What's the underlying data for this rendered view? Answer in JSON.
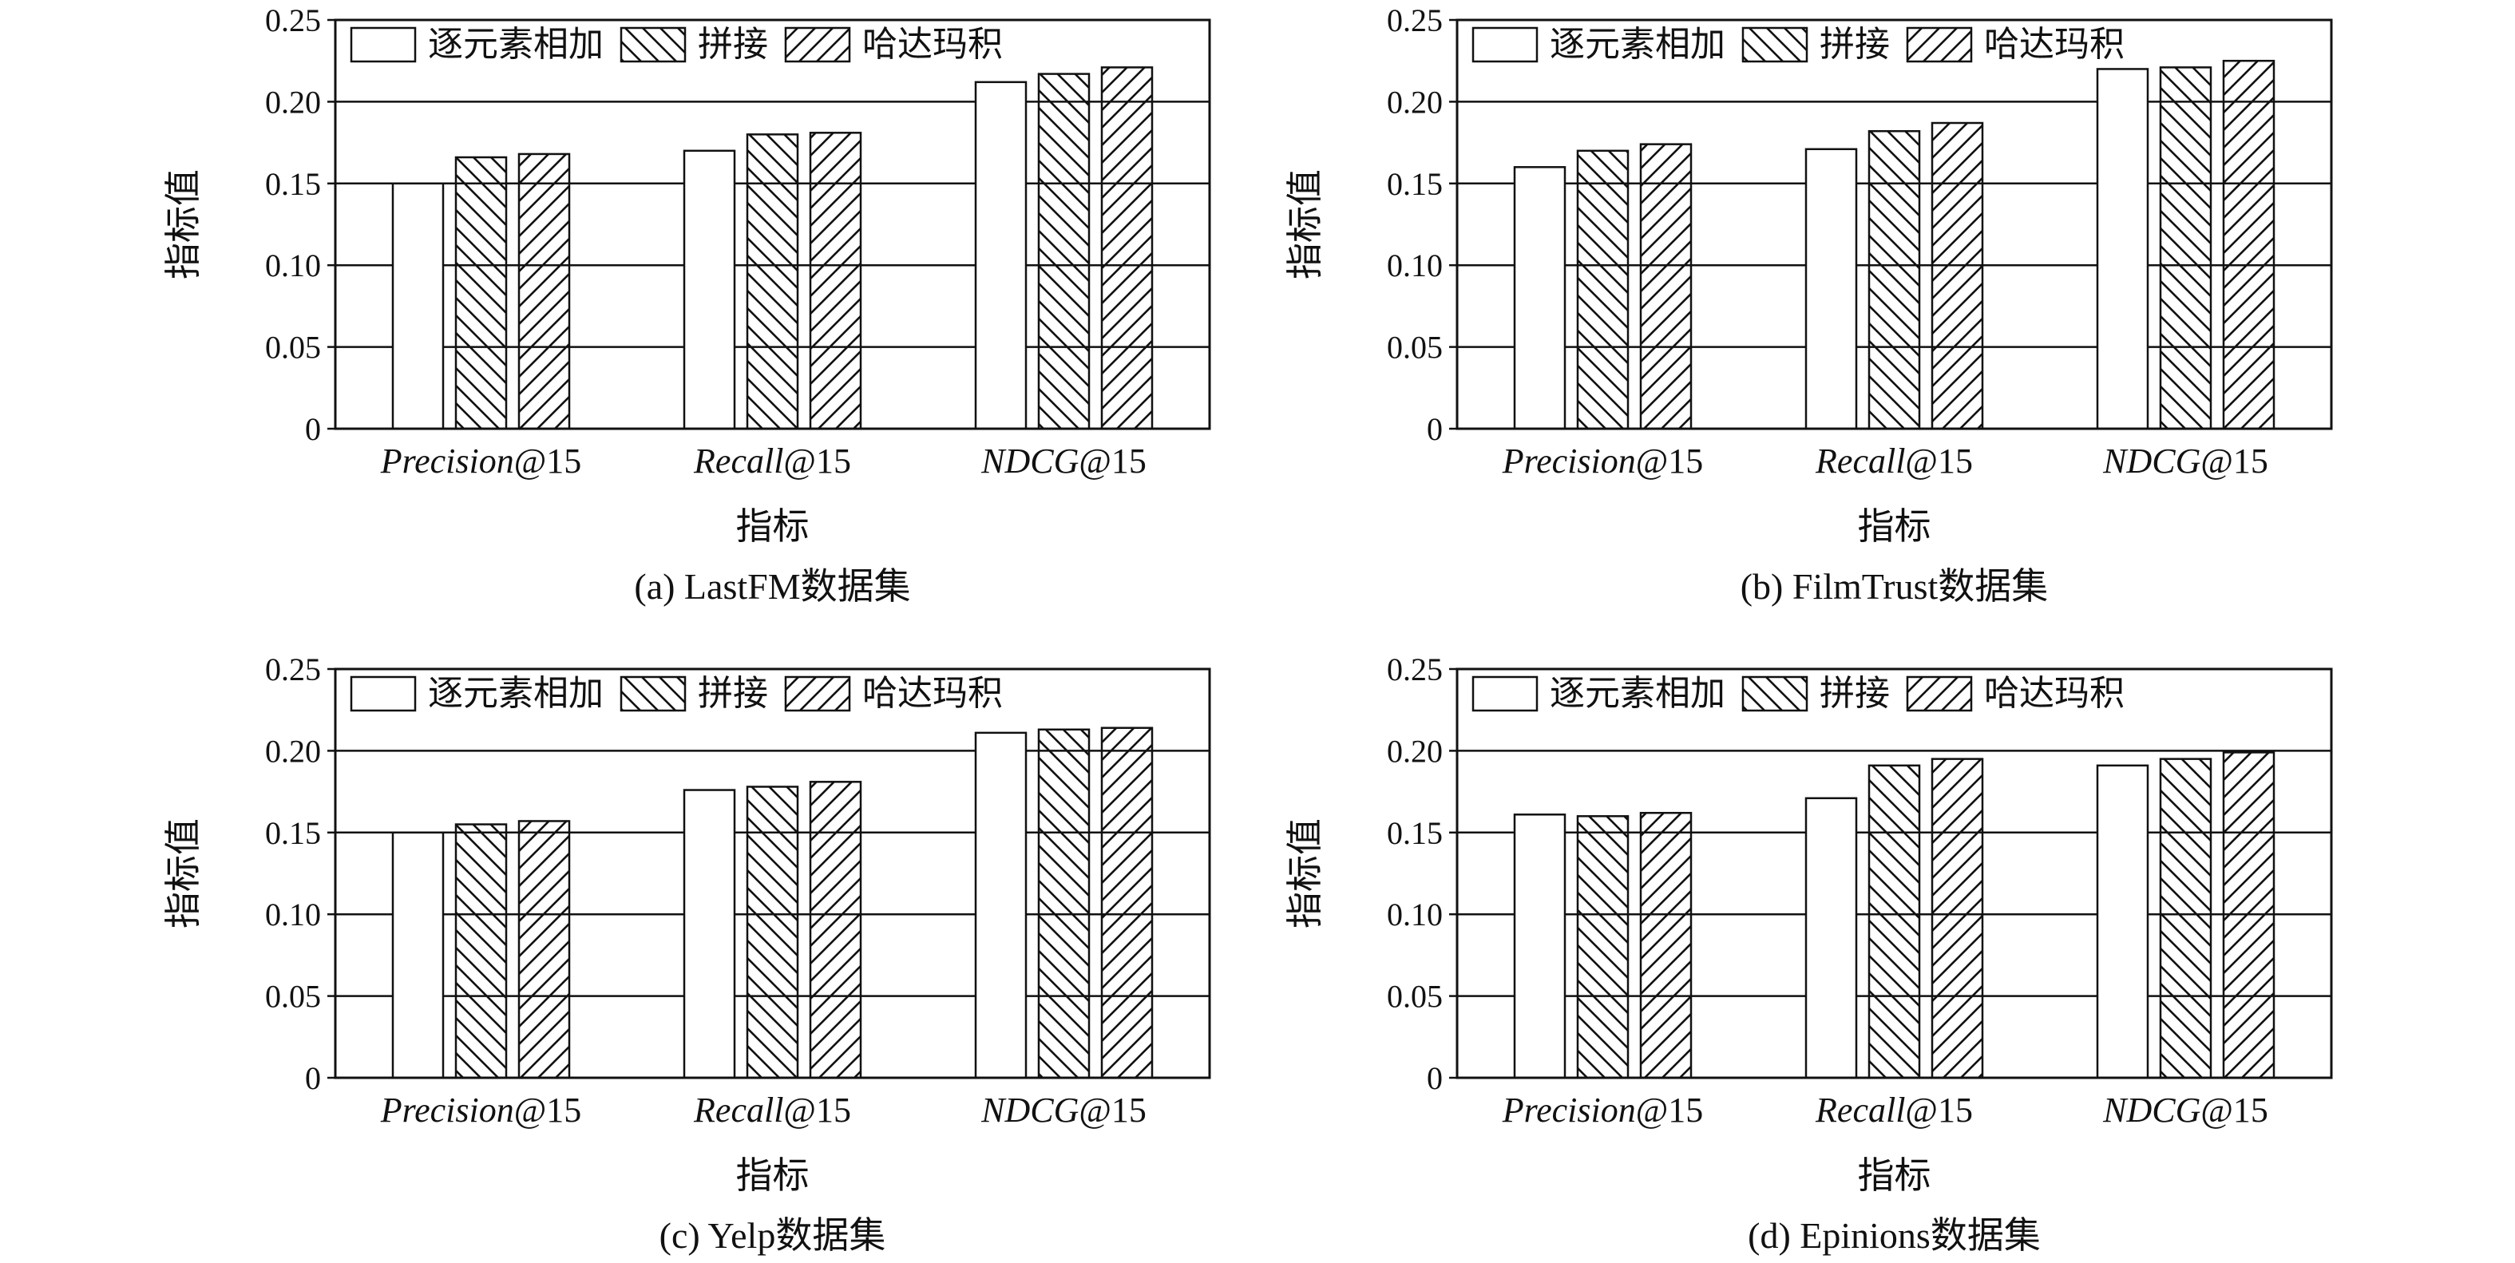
{
  "chart_data": [
    {
      "type": "bar",
      "caption": "(a)  LastFM数据集",
      "xlabel": "指标",
      "ylabel": "指标值",
      "categories": [
        "Precision@15",
        "Recall@15",
        "NDCG@15"
      ],
      "ylim": [
        0,
        0.25
      ],
      "yticks": [
        "0",
        "0.05",
        "0.10",
        "0.15",
        "0.20",
        "0.25"
      ],
      "grid": "horizontal",
      "legend_position": "top-left",
      "series": [
        {
          "name": "逐元素相加",
          "pattern": "none",
          "values": [
            0.15,
            0.17,
            0.212
          ]
        },
        {
          "name": "拼接",
          "pattern": "backslash",
          "values": [
            0.166,
            0.18,
            0.217
          ]
        },
        {
          "name": "哈达玛积",
          "pattern": "slash",
          "values": [
            0.168,
            0.181,
            0.221
          ]
        }
      ]
    },
    {
      "type": "bar",
      "caption": "(b)  FilmTrust数据集",
      "xlabel": "指标",
      "ylabel": "指标值",
      "categories": [
        "Precision@15",
        "Recall@15",
        "NDCG@15"
      ],
      "ylim": [
        0,
        0.25
      ],
      "yticks": [
        "0",
        "0.05",
        "0.10",
        "0.15",
        "0.20",
        "0.25"
      ],
      "grid": "horizontal",
      "legend_position": "top-left",
      "series": [
        {
          "name": "逐元素相加",
          "pattern": "none",
          "values": [
            0.16,
            0.171,
            0.22
          ]
        },
        {
          "name": "拼接",
          "pattern": "backslash",
          "values": [
            0.17,
            0.182,
            0.221
          ]
        },
        {
          "name": "哈达玛积",
          "pattern": "slash",
          "values": [
            0.174,
            0.187,
            0.225
          ]
        }
      ]
    },
    {
      "type": "bar",
      "caption": "(c)  Yelp数据集",
      "xlabel": "指标",
      "ylabel": "指标值",
      "categories": [
        "Precision@15",
        "Recall@15",
        "NDCG@15"
      ],
      "ylim": [
        0,
        0.25
      ],
      "yticks": [
        "0",
        "0.05",
        "0.10",
        "0.15",
        "0.20",
        "0.25"
      ],
      "grid": "horizontal",
      "legend_position": "top-left",
      "series": [
        {
          "name": "逐元素相加",
          "pattern": "none",
          "values": [
            0.15,
            0.176,
            0.211
          ]
        },
        {
          "name": "拼接",
          "pattern": "backslash",
          "values": [
            0.155,
            0.178,
            0.213
          ]
        },
        {
          "name": "哈达玛积",
          "pattern": "slash",
          "values": [
            0.157,
            0.181,
            0.214
          ]
        }
      ]
    },
    {
      "type": "bar",
      "caption": "(d)  Epinions数据集",
      "xlabel": "指标",
      "ylabel": "指标值",
      "categories": [
        "Precision@15",
        "Recall@15",
        "NDCG@15"
      ],
      "ylim": [
        0,
        0.25
      ],
      "yticks": [
        "0",
        "0.05",
        "0.10",
        "0.15",
        "0.20",
        "0.25"
      ],
      "grid": "horizontal",
      "legend_position": "top-left",
      "series": [
        {
          "name": "逐元素相加",
          "pattern": "none",
          "values": [
            0.161,
            0.171,
            0.191
          ]
        },
        {
          "name": "拼接",
          "pattern": "backslash",
          "values": [
            0.16,
            0.191,
            0.195
          ]
        },
        {
          "name": "哈达玛积",
          "pattern": "slash",
          "values": [
            0.162,
            0.195,
            0.199
          ]
        }
      ]
    }
  ]
}
